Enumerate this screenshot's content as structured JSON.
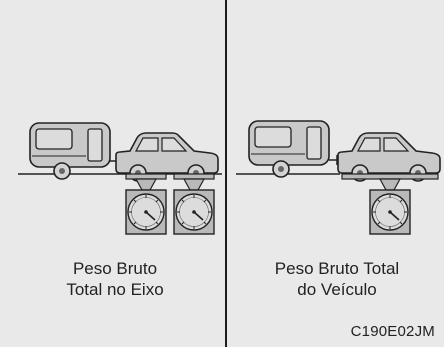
{
  "left_panel": {
    "caption_line1": "Peso Bruto",
    "caption_line2": "Total no Eixo"
  },
  "right_panel": {
    "caption_line1": "Peso Bruto Total",
    "caption_line2": "do Veículo"
  },
  "figure_code": "C190E02JM",
  "colors": {
    "background": "#e9e9e9",
    "ink": "#222222",
    "vehicle_fill": "#c9c9c9",
    "scale_fill": "#b9b9b9"
  }
}
